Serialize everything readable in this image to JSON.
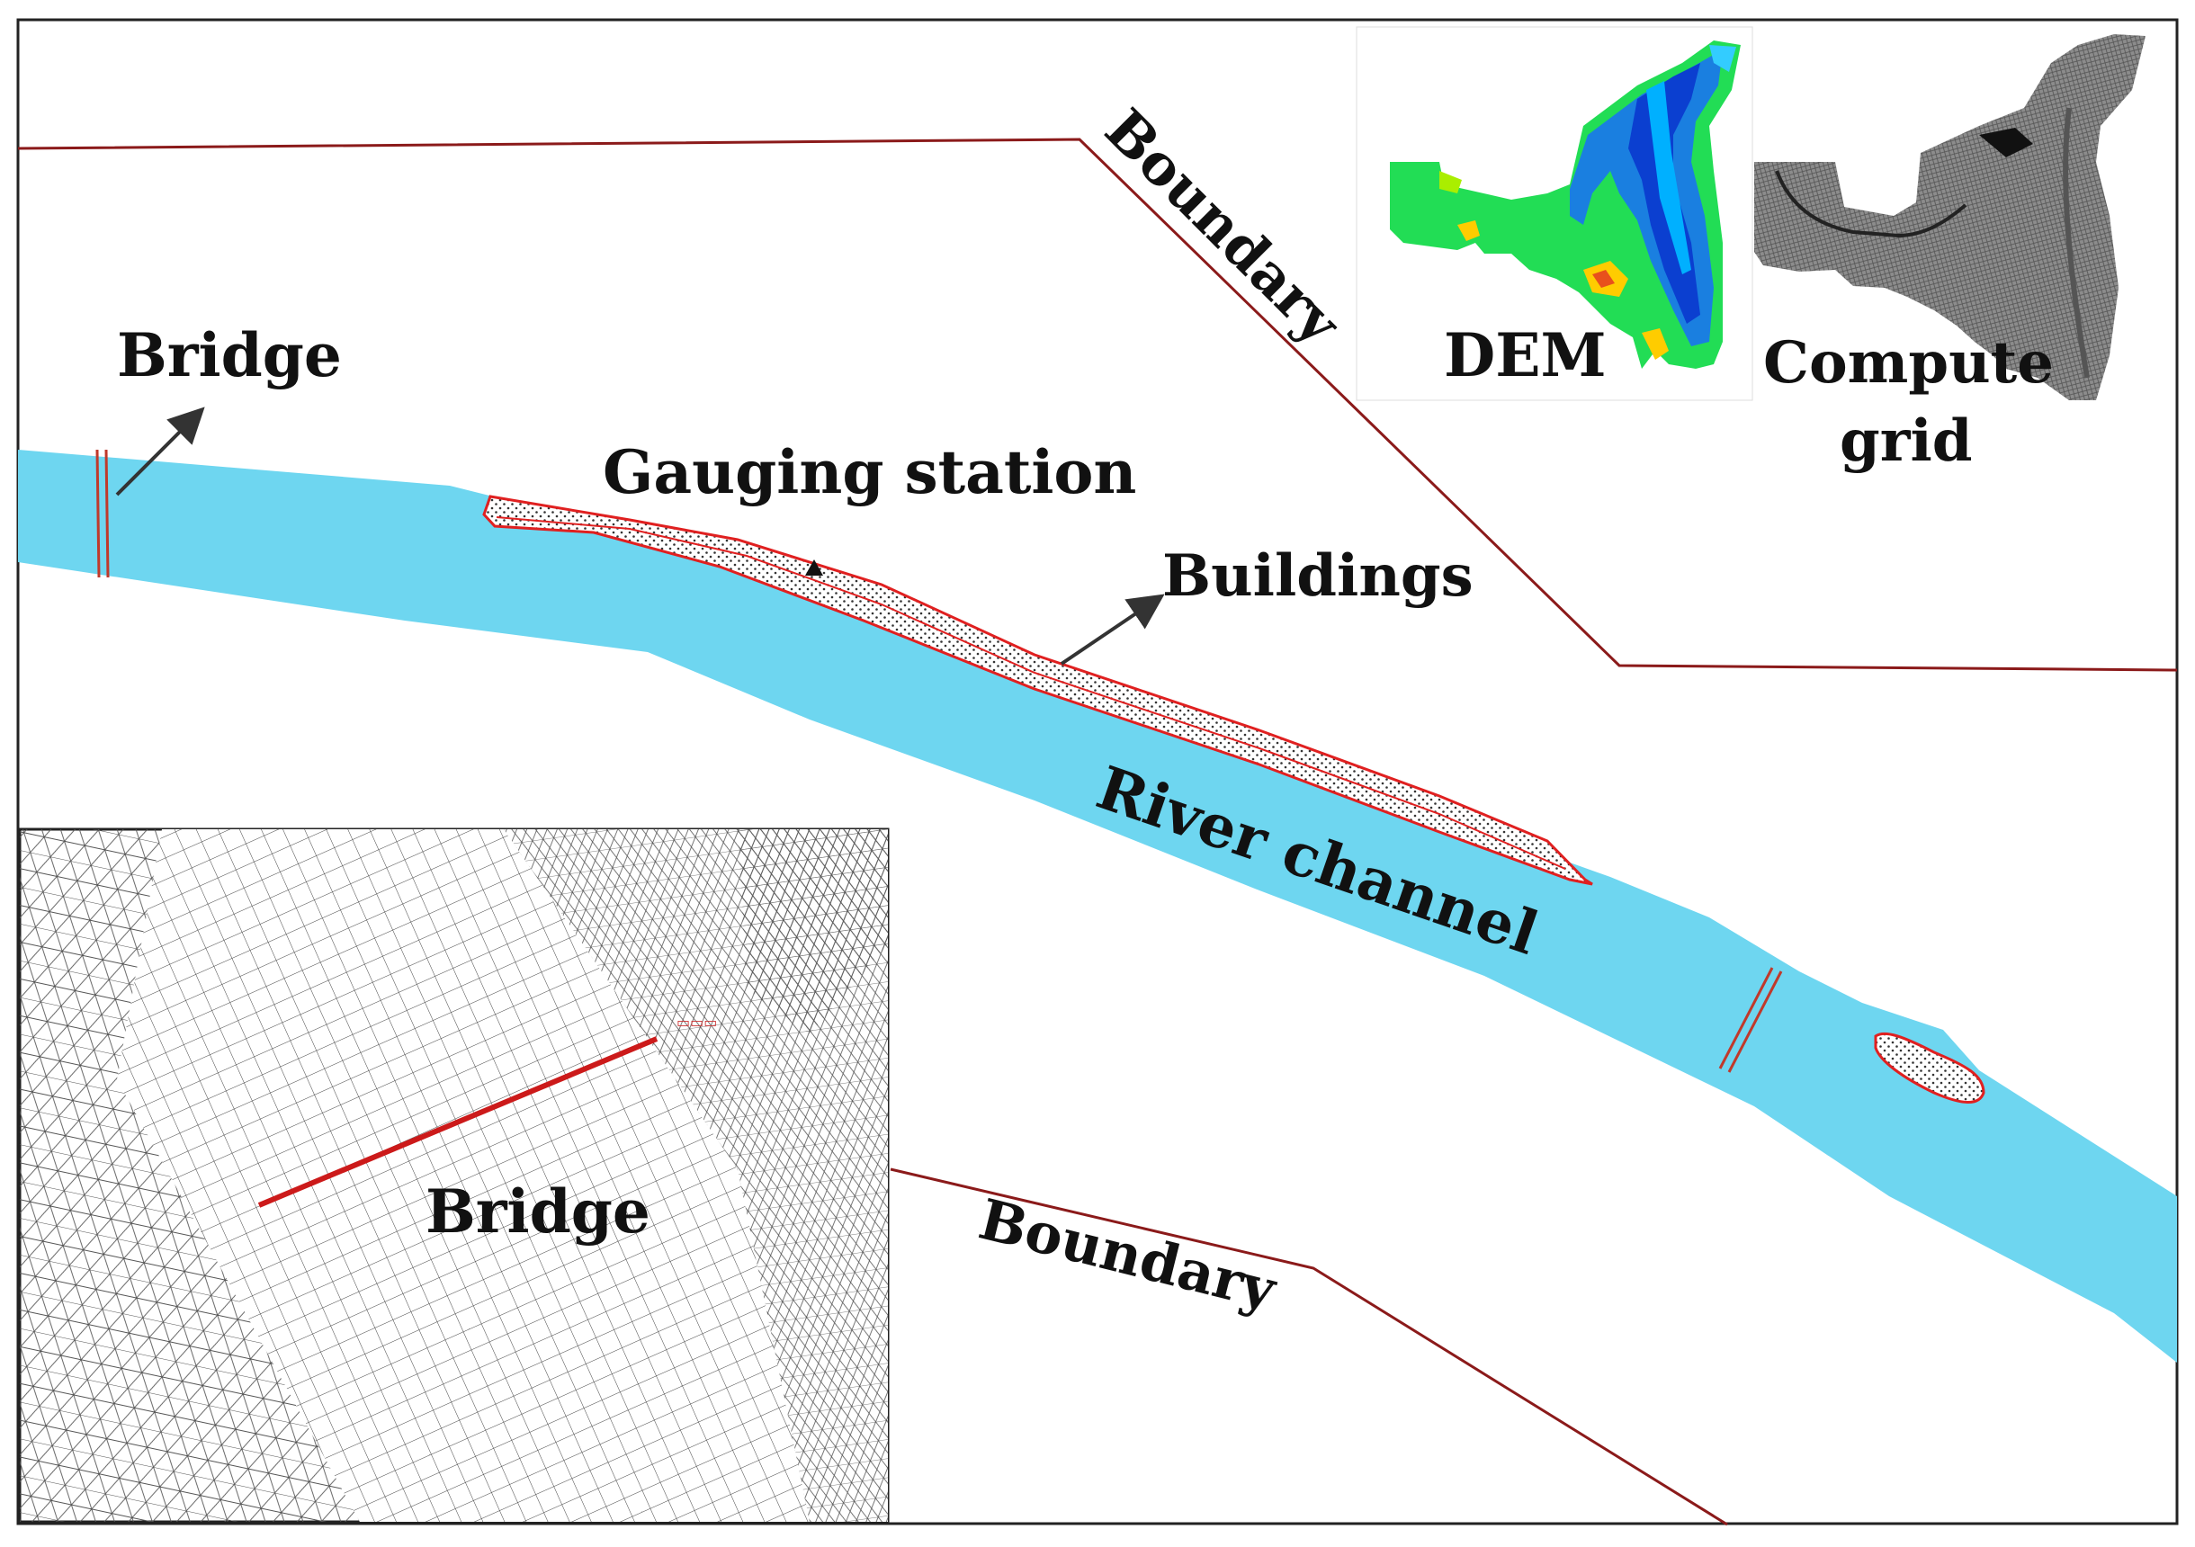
{
  "labels": {
    "bridge_upper": "Bridge",
    "gauging_station": "Gauging station",
    "buildings": "Buildings",
    "river_channel": "River channel",
    "boundary_top": "Boundary",
    "boundary_bottom": "Boundary",
    "dem": "DEM",
    "compute_line1": "Compute",
    "compute_line2": "grid",
    "bridge_inset": "Bridge"
  },
  "colors": {
    "river": "#6ed6f0",
    "boundary": "#8b1a1a",
    "building_outline": "#e02020",
    "arrow": "#333333",
    "mesh": "#555555",
    "frame": "#222222"
  }
}
